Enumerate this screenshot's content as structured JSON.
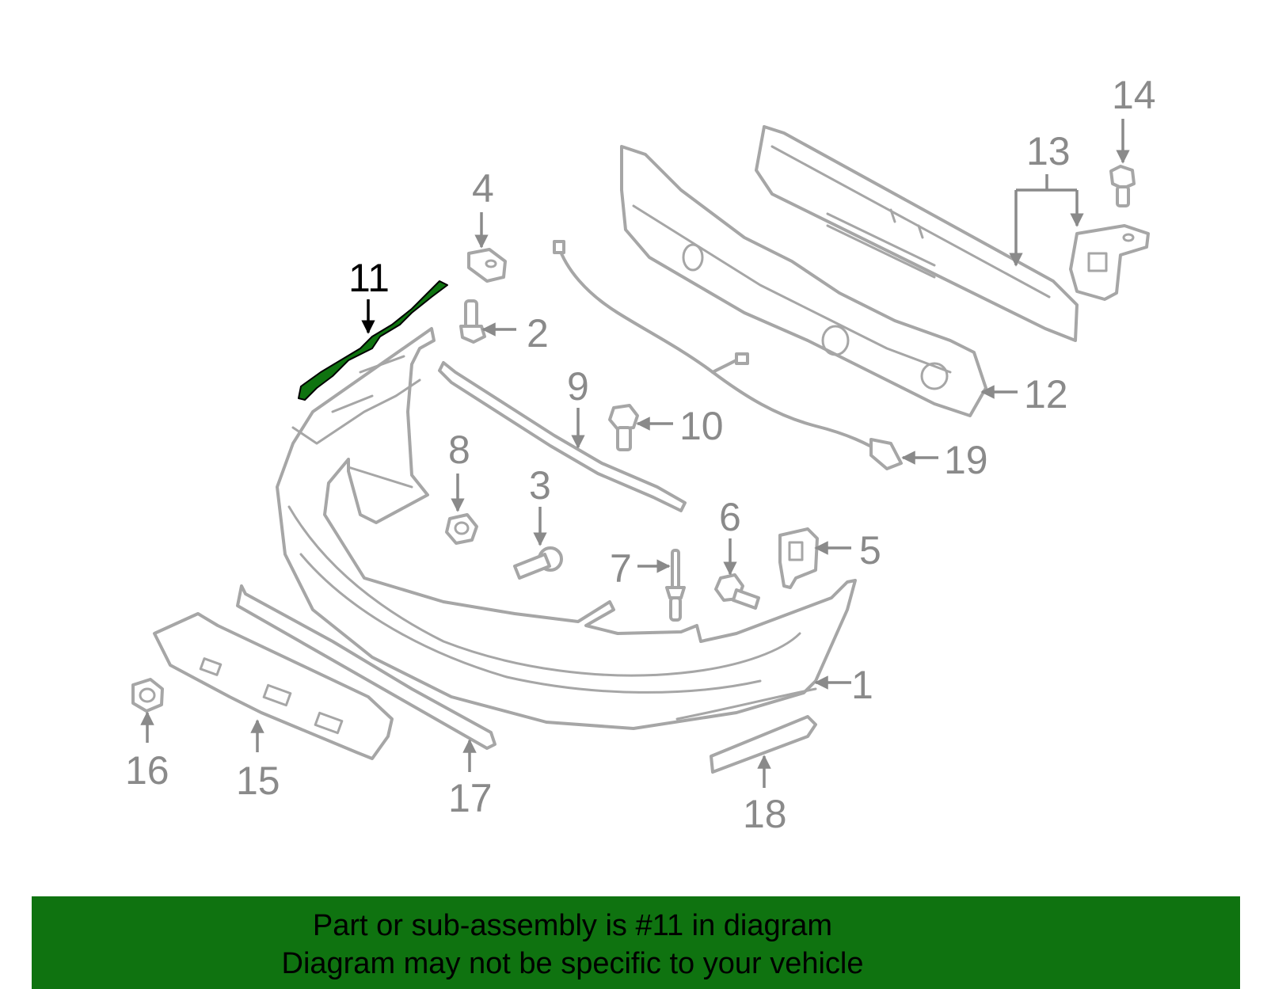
{
  "diagram": {
    "highlight_part": "11",
    "highlight_color": "#0f7310",
    "labels": {
      "p1": "1",
      "p2": "2",
      "p3": "3",
      "p4": "4",
      "p5": "5",
      "p6": "6",
      "p7": "7",
      "p8": "8",
      "p9": "9",
      "p10": "10",
      "p11": "11",
      "p12": "12",
      "p13": "13",
      "p14": "14",
      "p15": "15",
      "p16": "16",
      "p17": "17",
      "p18": "18",
      "p19": "19"
    }
  },
  "banner": {
    "line1": "Part or sub-assembly is #11 in diagram",
    "line2": "Diagram may not be specific to your vehicle",
    "background_color": "#0f7310"
  }
}
